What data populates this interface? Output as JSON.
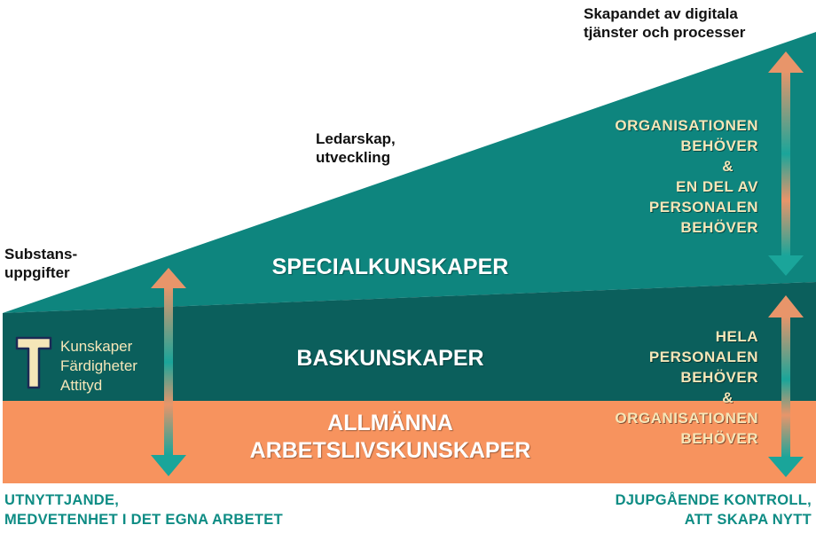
{
  "colors": {
    "special": "#0e857e",
    "bas": "#0b5f5c",
    "allmanna": "#f7935e",
    "arrow_orange": "#e8956a",
    "arrow_teal": "#1aa59a",
    "footer_text": "#0e8c84",
    "side_text": "#f5e6b8"
  },
  "top_labels": {
    "substans_line1": "Substans-",
    "substans_line2": "uppgifter",
    "ledarskap_line1": "Ledarskap,",
    "ledarskap_line2": "utveckling",
    "skapandet_line1": "Skapandet av digitala",
    "skapandet_line2": "tjänster och processer"
  },
  "bands": {
    "special": "SPECIALKUNSKAPER",
    "bas": "BASKUNSKAPER",
    "allmanna_line1": "ALLMÄNNA",
    "allmanna_line2": "ARBETSLIVSKUNSKAPER"
  },
  "t_model": {
    "letter": "T",
    "items": [
      "Kunskaper",
      "Färdigheter",
      "Attityd"
    ]
  },
  "right_upper": [
    "ORGANISATIONEN",
    "BEHÖVER",
    "&",
    "EN DEL AV",
    "PERSONALEN",
    "BEHÖVER"
  ],
  "right_lower": [
    "HELA",
    "PERSONALEN",
    "BEHÖVER",
    "&",
    "ORGANISATIONEN",
    "BEHÖVER"
  ],
  "footer": {
    "left_line1": "UTNYTTJANDE,",
    "left_line2": "MEDVETENHET I DET EGNA ARBETET",
    "right_line1": "DJUPGÅENDE KONTROLL,",
    "right_line2": "ATT SKAPA NYTT"
  }
}
